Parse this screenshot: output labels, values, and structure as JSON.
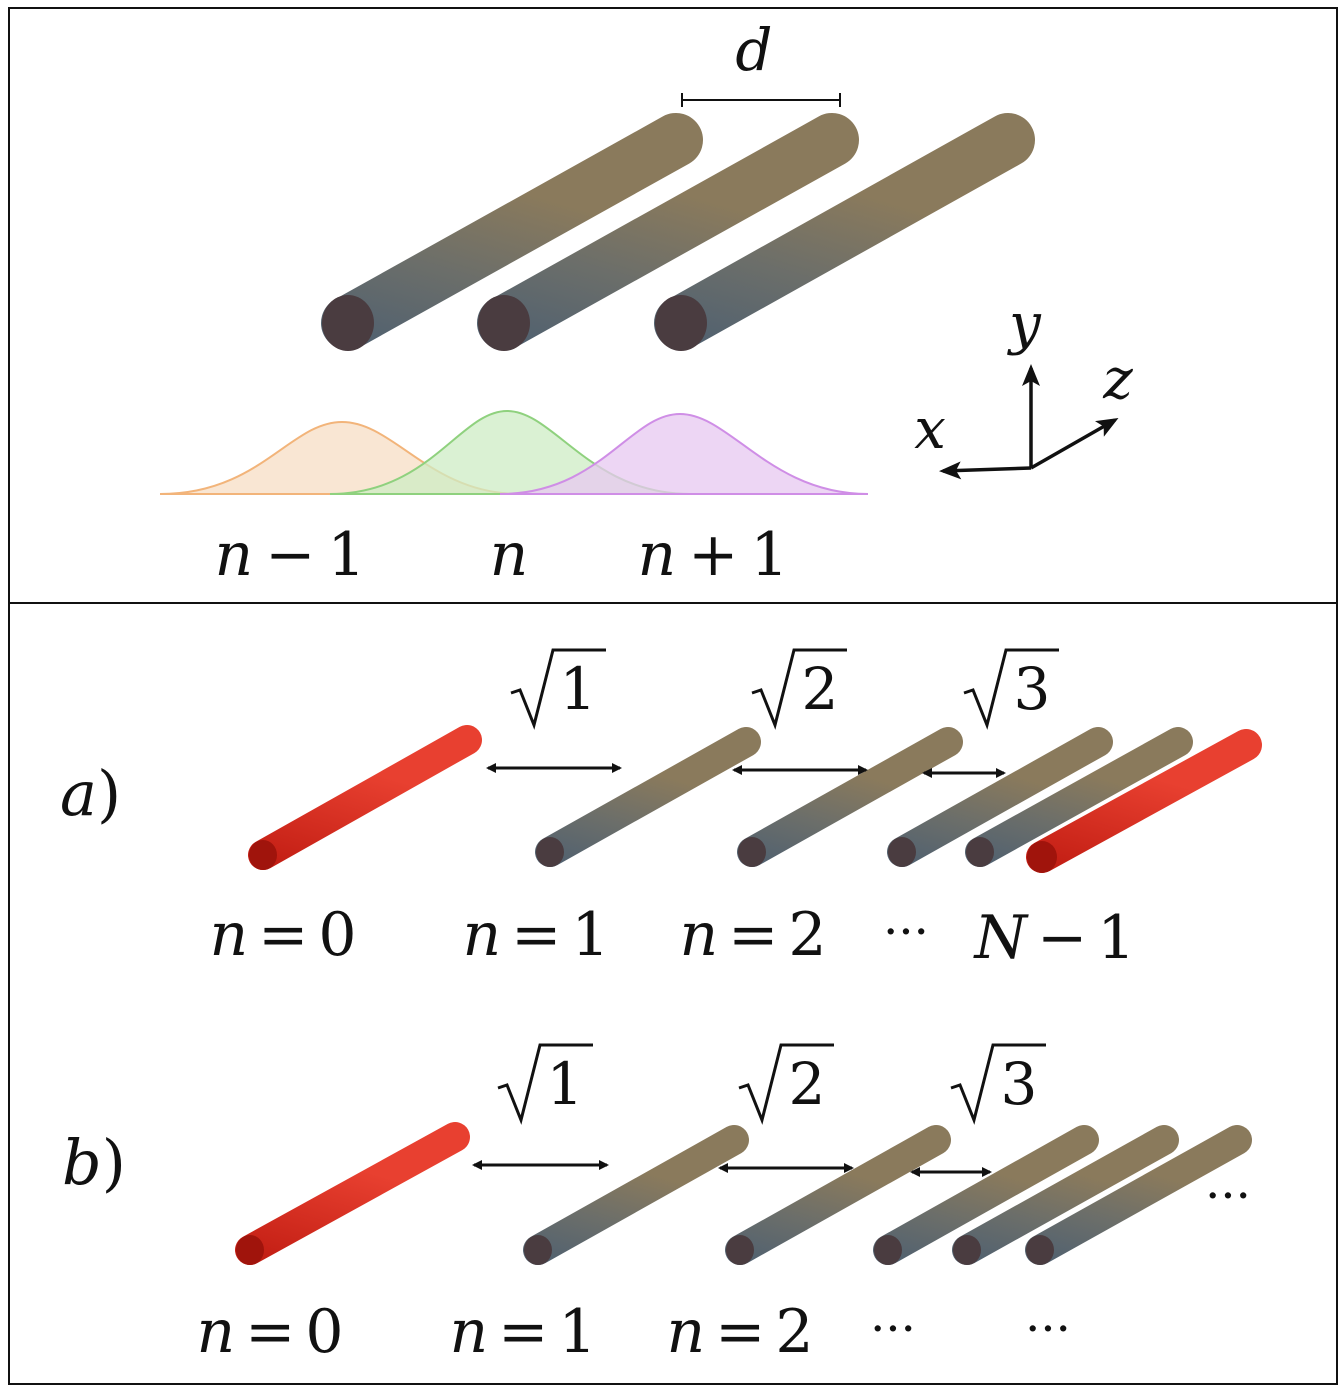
{
  "top_panel": {
    "spacing_label": "d",
    "site_labels": {
      "left": {
        "var": "n",
        "op": "−",
        "num": "1"
      },
      "center": {
        "var": "n"
      },
      "right": {
        "var": "n",
        "op": "+",
        "num": "1"
      }
    },
    "axes": {
      "x": "x",
      "y": "y",
      "z": "z"
    },
    "colors": {
      "rod_body": "#6e7068",
      "rod_cap": "#4a3c40",
      "gauss_left": "#f2b47a",
      "gauss_center": "#8fd17e",
      "gauss_right": "#cf8ee6"
    }
  },
  "panel_a": {
    "label_letter": "a",
    "label_paren": ")",
    "couplings": [
      "1",
      "2",
      "3"
    ],
    "site_labels": [
      {
        "var": "n",
        "eq": "=",
        "num": "0"
      },
      {
        "var": "n",
        "eq": "=",
        "num": "1"
      },
      {
        "var": "n",
        "eq": "=",
        "num": "2"
      }
    ],
    "ellipsis": "···",
    "last_label": {
      "var": "N",
      "op": "−",
      "num": "1"
    },
    "colors": {
      "boundary_rod": "#d42a1e"
    }
  },
  "panel_b": {
    "label_letter": "b",
    "label_paren": ")",
    "couplings": [
      "1",
      "2",
      "3"
    ],
    "site_labels": [
      {
        "var": "n",
        "eq": "=",
        "num": "0"
      },
      {
        "var": "n",
        "eq": "=",
        "num": "1"
      },
      {
        "var": "n",
        "eq": "=",
        "num": "2"
      }
    ],
    "ellipsis_1": "···",
    "ellipsis_2": "···",
    "ellipsis_rods": "···",
    "colors": {
      "boundary_rod": "#d42a1e"
    }
  }
}
